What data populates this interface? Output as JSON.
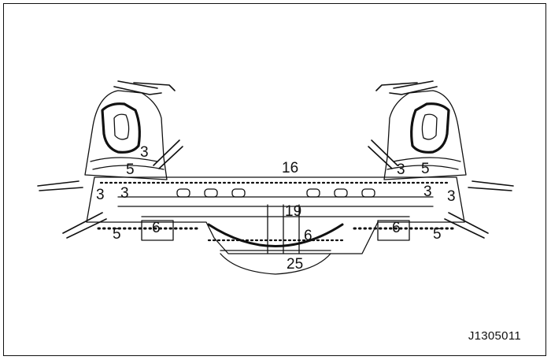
{
  "figure_code": "J1305011",
  "callouts": {
    "top_center": "16",
    "center": "19",
    "bottom_center": "25",
    "left_upper_3": "3",
    "left_upper_5": "5",
    "left_side_3a": "3",
    "left_side_3b": "3",
    "left_lower_5": "5",
    "left_lower_6": "6",
    "center_6": "6",
    "right_upper_3": "3",
    "right_upper_5": "5",
    "right_side_3a": "3",
    "right_side_3b": "3",
    "right_lower_5": "5",
    "right_lower_6": "6"
  },
  "colors": {
    "line": "#111111",
    "background": "#ffffff"
  }
}
